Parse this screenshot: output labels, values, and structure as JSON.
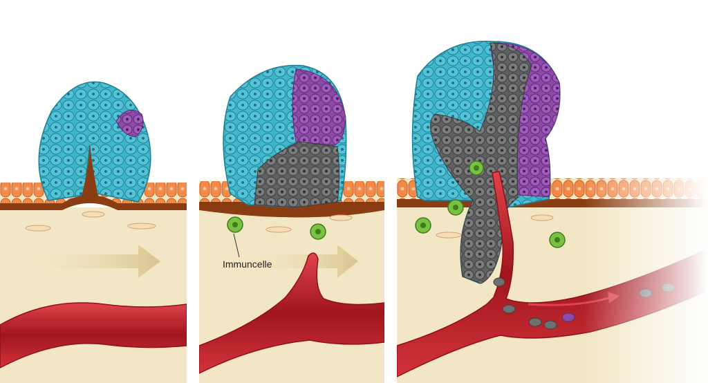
{
  "figure": {
    "labels": {
      "immune_cell": "Immuncelle"
    },
    "colors": {
      "stroma": "#f3e6c4",
      "epithelium": "#f28a4a",
      "basement_membrane": "#8a3d12",
      "tumor_blue": "#3fb6cc",
      "tumor_purple": "#8d4aa8",
      "tumor_grey": "#6f7072",
      "immune_cell": "#7ac143",
      "blood_vessel": "#c9242b",
      "fibroblast": "#f7dcb4",
      "arrow": "#e3d3a6"
    },
    "panels": [
      {
        "id": "stage-1"
      },
      {
        "id": "stage-2"
      },
      {
        "id": "stage-3"
      }
    ]
  }
}
